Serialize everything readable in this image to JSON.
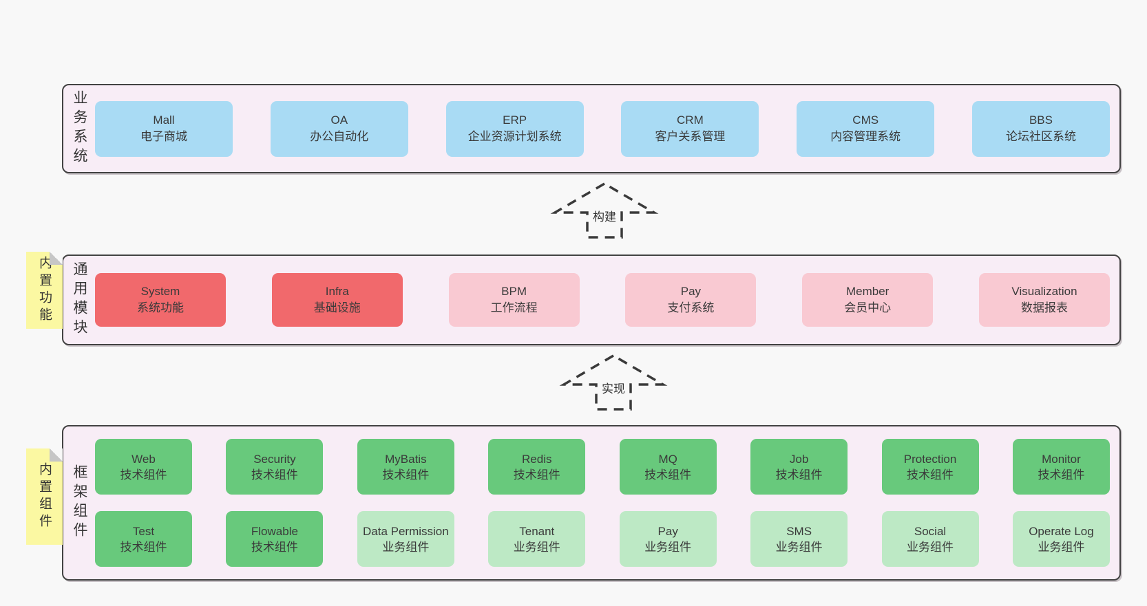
{
  "colors": {
    "blue": "#a9dbf4",
    "red": "#f1696c",
    "pink": "#f9c9d2",
    "green": "#68c97c",
    "green_light": "#bde9c5",
    "layer_background": "#f8edf6",
    "layer_border": "#424242",
    "note_yellow": "#fbf8a2",
    "page_background": "#f8f8f8"
  },
  "arrows": [
    {
      "label": "构建"
    },
    {
      "label": "实现"
    }
  ],
  "layers": [
    {
      "id": "business-systems",
      "label": "业务系统",
      "note": null,
      "rows": [
        [
          {
            "name": "Mall",
            "desc": "电子商城",
            "variant": "blue"
          },
          {
            "name": "OA",
            "desc": "办公自动化",
            "variant": "blue"
          },
          {
            "name": "ERP",
            "desc": "企业资源计划系统",
            "variant": "blue"
          },
          {
            "name": "CRM",
            "desc": "客户关系管理",
            "variant": "blue"
          },
          {
            "name": "CMS",
            "desc": "内容管理系统",
            "variant": "blue"
          },
          {
            "name": "BBS",
            "desc": "论坛社区系统",
            "variant": "blue"
          }
        ]
      ]
    },
    {
      "id": "common-modules",
      "label": "通用模块",
      "note": "内置功能",
      "rows": [
        [
          {
            "name": "System",
            "desc": "系统功能",
            "variant": "red"
          },
          {
            "name": "Infra",
            "desc": "基础设施",
            "variant": "red"
          },
          {
            "name": "BPM",
            "desc": "工作流程",
            "variant": "pink"
          },
          {
            "name": "Pay",
            "desc": "支付系统",
            "variant": "pink"
          },
          {
            "name": "Member",
            "desc": "会员中心",
            "variant": "pink"
          },
          {
            "name": "Visualization",
            "desc": "数据报表",
            "variant": "pink"
          }
        ]
      ]
    },
    {
      "id": "framework-components",
      "label": "框架组件",
      "note": "内置组件",
      "rows": [
        [
          {
            "name": "Web",
            "desc": "技术组件",
            "variant": "green"
          },
          {
            "name": "Security",
            "desc": "技术组件",
            "variant": "green"
          },
          {
            "name": "MyBatis",
            "desc": "技术组件",
            "variant": "green"
          },
          {
            "name": "Redis",
            "desc": "技术组件",
            "variant": "green"
          },
          {
            "name": "MQ",
            "desc": "技术组件",
            "variant": "green"
          },
          {
            "name": "Job",
            "desc": "技术组件",
            "variant": "green"
          },
          {
            "name": "Protection",
            "desc": "技术组件",
            "variant": "green"
          },
          {
            "name": "Monitor",
            "desc": "技术组件",
            "variant": "green"
          }
        ],
        [
          {
            "name": "Test",
            "desc": "技术组件",
            "variant": "green"
          },
          {
            "name": "Flowable",
            "desc": "技术组件",
            "variant": "green"
          },
          {
            "name": "Data Permission",
            "desc": "业务组件",
            "variant": "green_light"
          },
          {
            "name": "Tenant",
            "desc": "业务组件",
            "variant": "green_light"
          },
          {
            "name": "Pay",
            "desc": "业务组件",
            "variant": "green_light"
          },
          {
            "name": "SMS",
            "desc": "业务组件",
            "variant": "green_light"
          },
          {
            "name": "Social",
            "desc": "业务组件",
            "variant": "green_light"
          },
          {
            "name": "Operate Log",
            "desc": "业务组件",
            "variant": "green_light"
          }
        ]
      ]
    }
  ]
}
